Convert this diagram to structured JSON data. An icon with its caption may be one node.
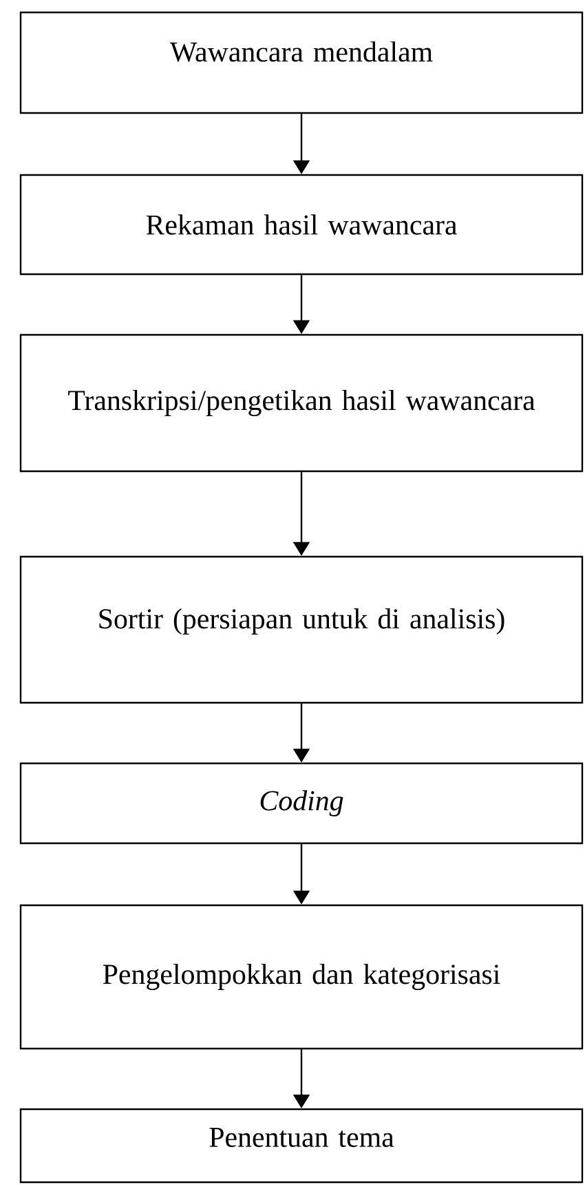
{
  "diagram": {
    "nodes": [
      {
        "text": [
          "Wawancara mendalam"
        ]
      },
      {
        "text": [
          "Rekaman hasil wawancara"
        ]
      },
      {
        "text": [
          "Transkripsi/pengetikan hasil wawancara"
        ]
      },
      {
        "text": [
          "Sortir (persiapan untuk di analisis)"
        ]
      },
      {
        "text": [
          "Coding"
        ]
      },
      {
        "text": [
          "Pengelompokkan dan kategorisasi"
        ]
      },
      {
        "text": [
          "Penentuan tema"
        ]
      }
    ],
    "edges": [
      {
        "from": 0,
        "to": 1,
        "arrow": "to"
      },
      {
        "from": 1,
        "to": 2,
        "arrow": "to"
      },
      {
        "from": 2,
        "to": 3,
        "arrow": "to"
      },
      {
        "from": 3,
        "to": 4,
        "arrow": "to"
      },
      {
        "from": 4,
        "to": 5,
        "arrow": "to"
      },
      {
        "from": 5,
        "to": 6,
        "arrow": "to"
      }
    ]
  }
}
